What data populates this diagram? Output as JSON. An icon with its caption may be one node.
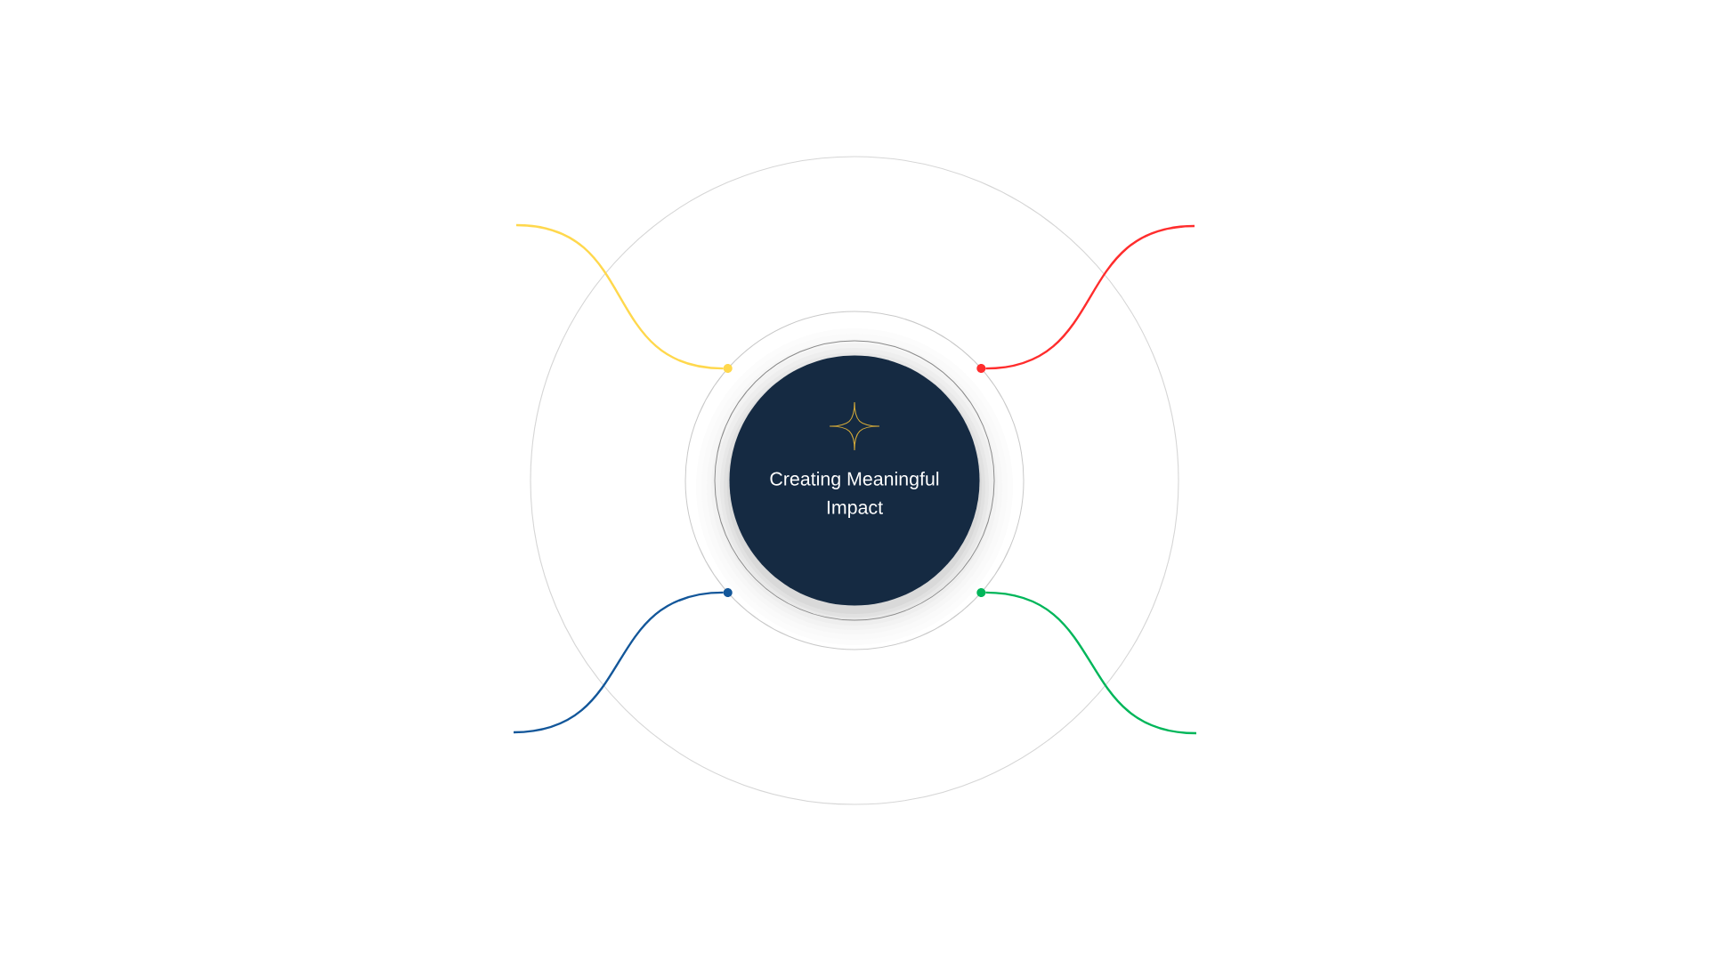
{
  "diagram": {
    "nodes": [
      {
        "text": [],
        "shape": "circle"
      },
      {
        "text": [
          "Creating Meaningful Impact"
        ],
        "in": 0
      },
      {
        "text": [],
        "shape": "circle"
      },
      {
        "text": [],
        "shape": "circle"
      },
      {
        "text": [],
        "shape": "circle"
      },
      {
        "text": [],
        "shape": "circle"
      }
    ],
    "edges": [
      {
        "from": 2,
        "to": null,
        "arrow": "none",
        "color": "#ffd84d"
      },
      {
        "from": 3,
        "to": null,
        "arrow": "none",
        "color": "#ff2d2d"
      },
      {
        "from": 4,
        "to": null,
        "arrow": "none",
        "color": "#13579a"
      },
      {
        "from": 5,
        "to": null,
        "arrow": "none",
        "color": "#00b65a"
      }
    ]
  }
}
